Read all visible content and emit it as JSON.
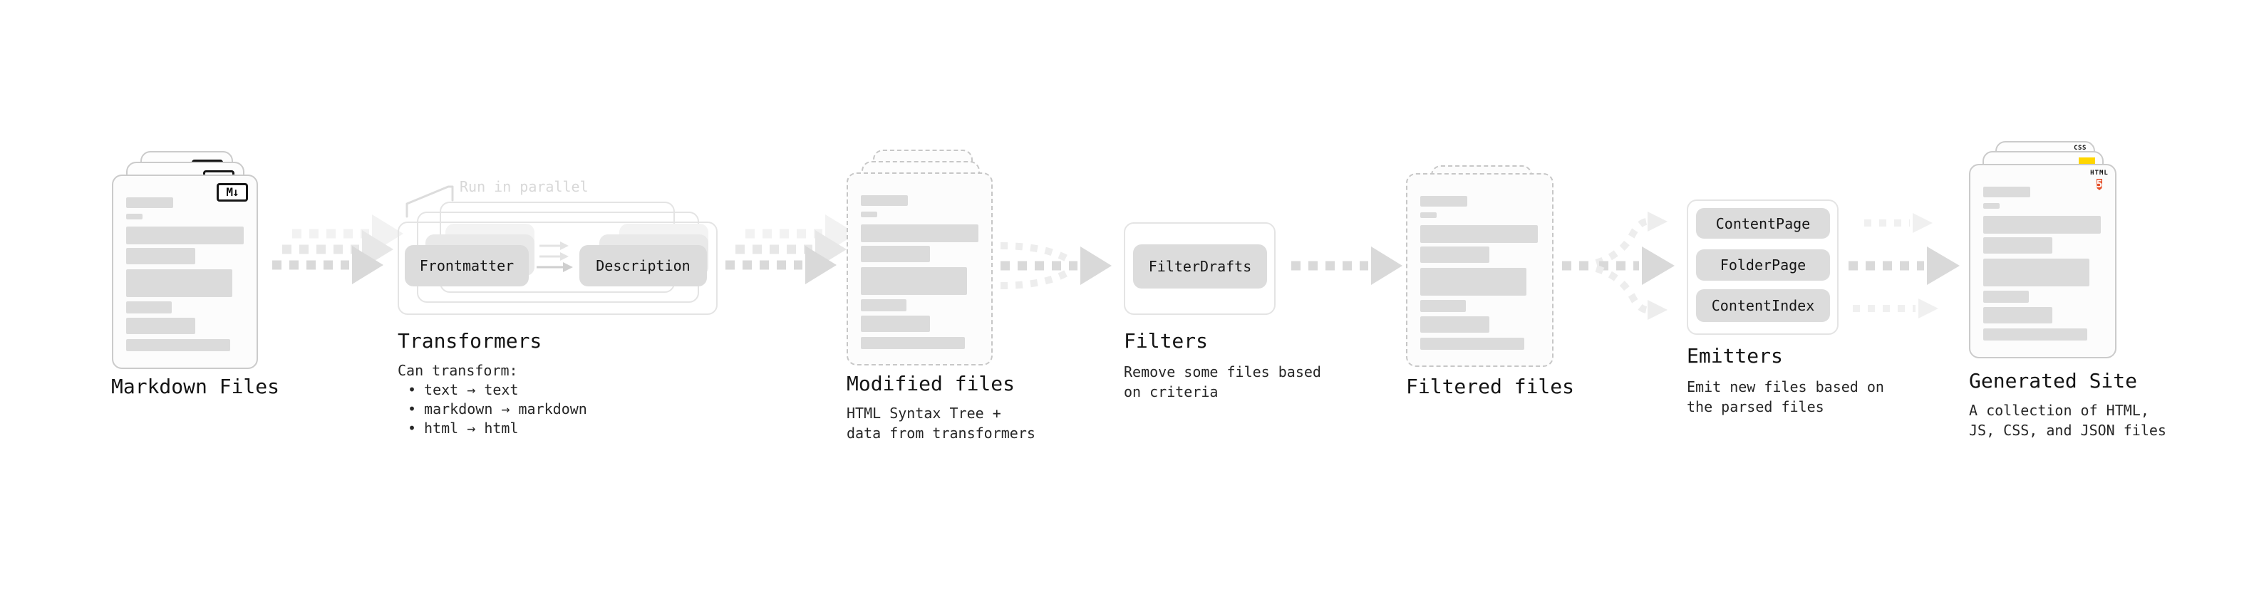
{
  "pipeline": {
    "markdown_files": {
      "title": "Markdown Files",
      "badge": "M↓"
    },
    "transformers": {
      "title": "Transformers",
      "annotation": "Run in parallel",
      "step_a": "Frontmatter",
      "step_b": "Description",
      "caption": "Can transform:",
      "bullet_char": "•",
      "bullets": [
        "text → text",
        "markdown → markdown",
        "html → html"
      ]
    },
    "modified_files": {
      "title": "Modified files",
      "caption_lines": [
        "HTML Syntax Tree +",
        "data from transformers"
      ]
    },
    "filters": {
      "title": "Filters",
      "button": "FilterDrafts",
      "caption_lines": [
        "Remove some files based",
        "on criteria"
      ]
    },
    "filtered_files": {
      "title": "Filtered files"
    },
    "emitters": {
      "title": "Emitters",
      "buttons": [
        "ContentPage",
        "FolderPage",
        "ContentIndex"
      ],
      "caption_lines": [
        "Emit new files based on",
        "the parsed files"
      ]
    },
    "generated_site": {
      "title": "Generated Site",
      "caption_lines": [
        "A collection of HTML,",
        "JS, CSS, and JSON files"
      ],
      "html_badge": {
        "word": "HTML",
        "number": "5"
      },
      "css_badge": "CSS"
    },
    "colors": {
      "html_orange": "#e44d26",
      "js_yellow": "#ffd600",
      "css_blue": "#2963ee",
      "arrow_gray": "#d9d9d9",
      "arrow_light": "#ededed"
    }
  }
}
